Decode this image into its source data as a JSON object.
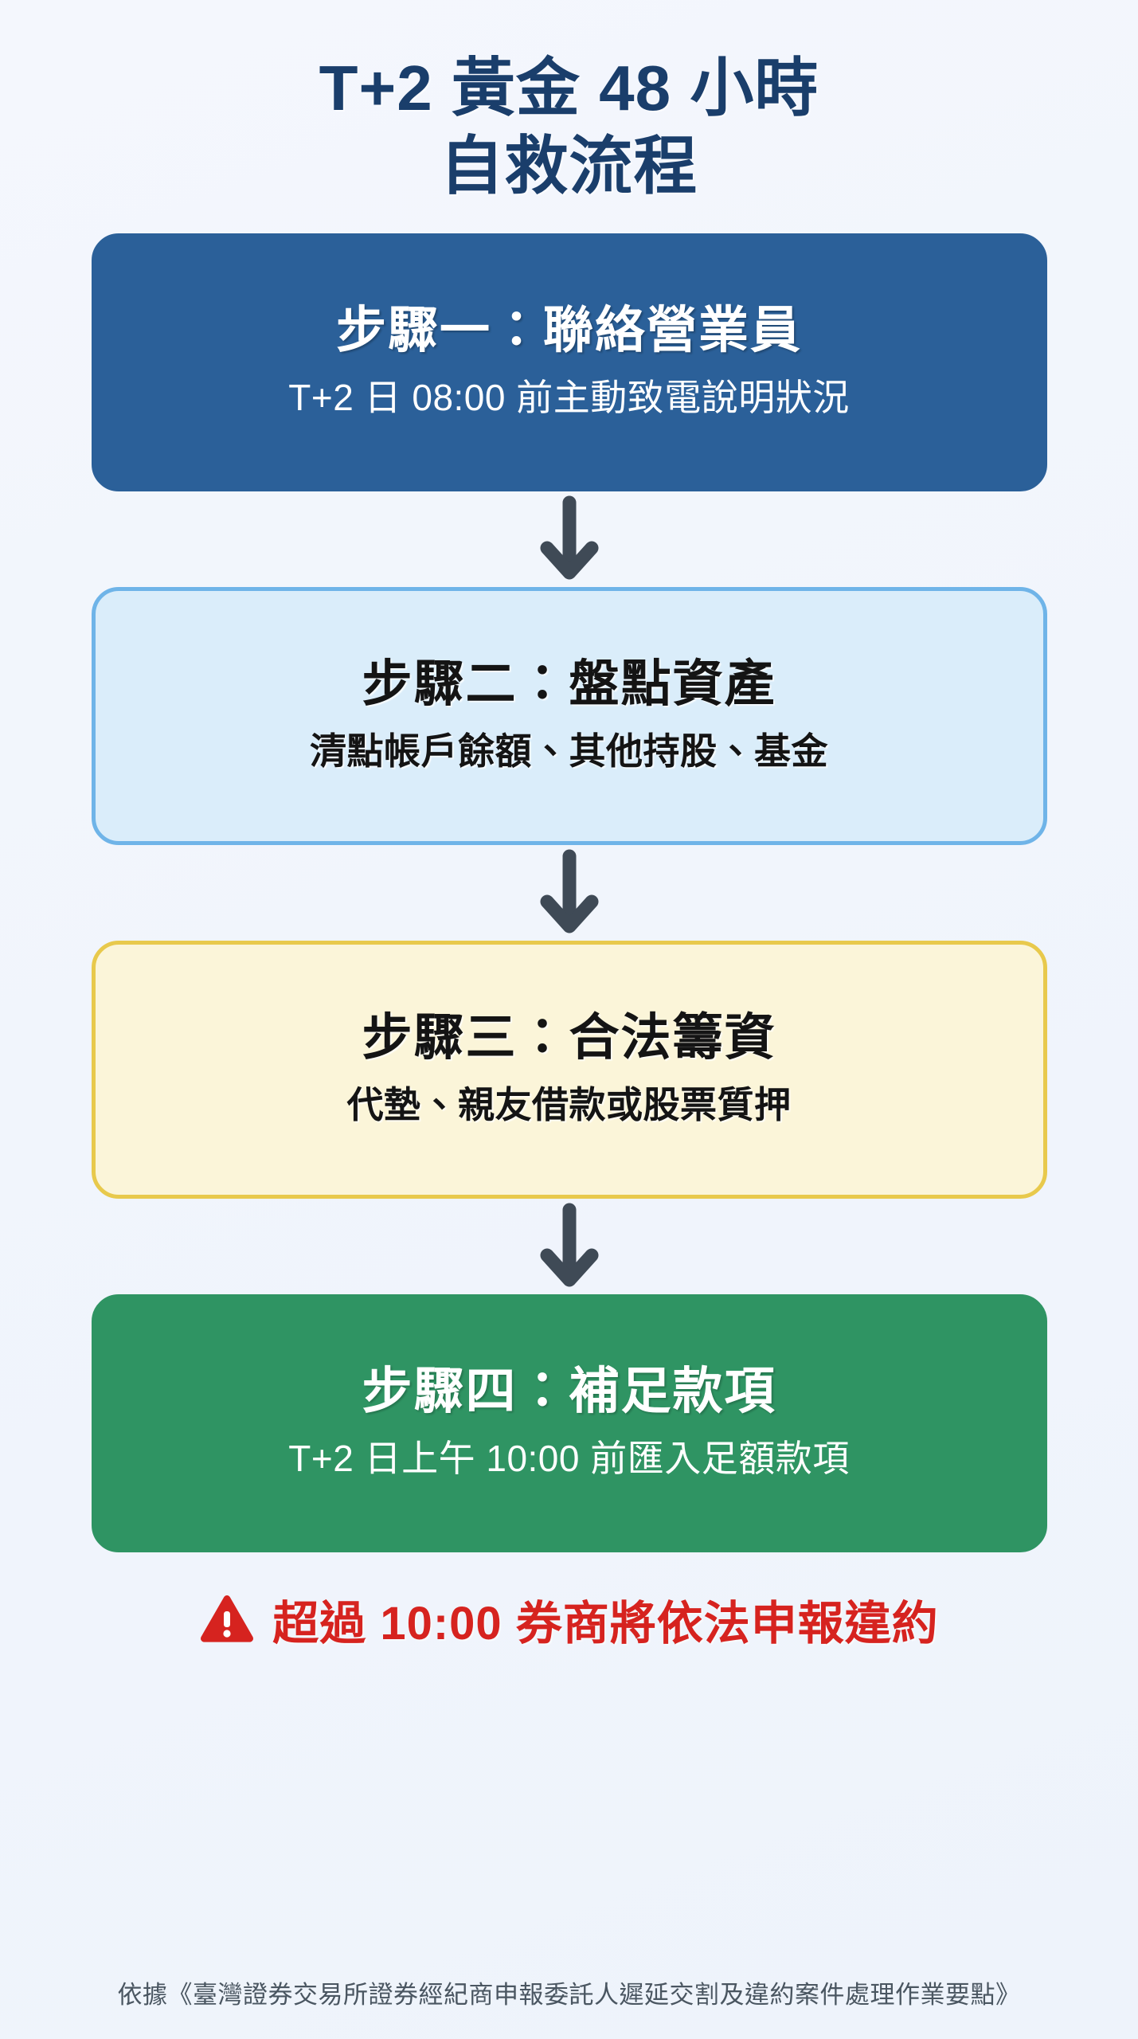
{
  "page": {
    "background_color": "#f1f5fc",
    "title_color": "#1a3e6b"
  },
  "header": {
    "title_line_1": "T+2 黃金 48 小時",
    "title_line_2": "自救流程"
  },
  "flow": {
    "arrow_icon": "arrow-down-icon",
    "arrow_color": "#3f4a56",
    "steps": [
      {
        "id": "step-1",
        "title": "步驟一：聯絡營業員",
        "desc": "T+2 日 08:00 前主動致電說明狀況",
        "style": "filled-blue",
        "fill": "#2b6099",
        "border": "#2b6099",
        "text_color": "#ffffff"
      },
      {
        "id": "step-2",
        "title": "步驟二：盤點資產",
        "desc": "清點帳戶餘額、其他持股、基金",
        "style": "light-blue",
        "fill": "#daedfa",
        "border": "#6fb4e8",
        "text_color": "#141414"
      },
      {
        "id": "step-3",
        "title": "步驟三：合法籌資",
        "desc": "代墊、親友借款或股票質押",
        "style": "cream",
        "fill": "#fbf5d9",
        "border": "#e8c94c",
        "text_color": "#141414"
      },
      {
        "id": "step-4",
        "title": "步驟四：補足款項",
        "desc": "T+2 日上午 10:00 前匯入足額款項",
        "style": "filled-green",
        "fill": "#2f9463",
        "border": "#2f9463",
        "text_color": "#ffffff"
      }
    ]
  },
  "warning": {
    "icon": "warning-triangle-icon",
    "icon_color": "#d6231f",
    "text": "超過 10:00 券商將依法申報違約",
    "text_color": "#d6231f"
  },
  "footer": {
    "text": "依據《臺灣證券交易所證券經紀商申報委託人遲延交割及違約案件處理作業要點》",
    "text_color": "#4a5661"
  }
}
